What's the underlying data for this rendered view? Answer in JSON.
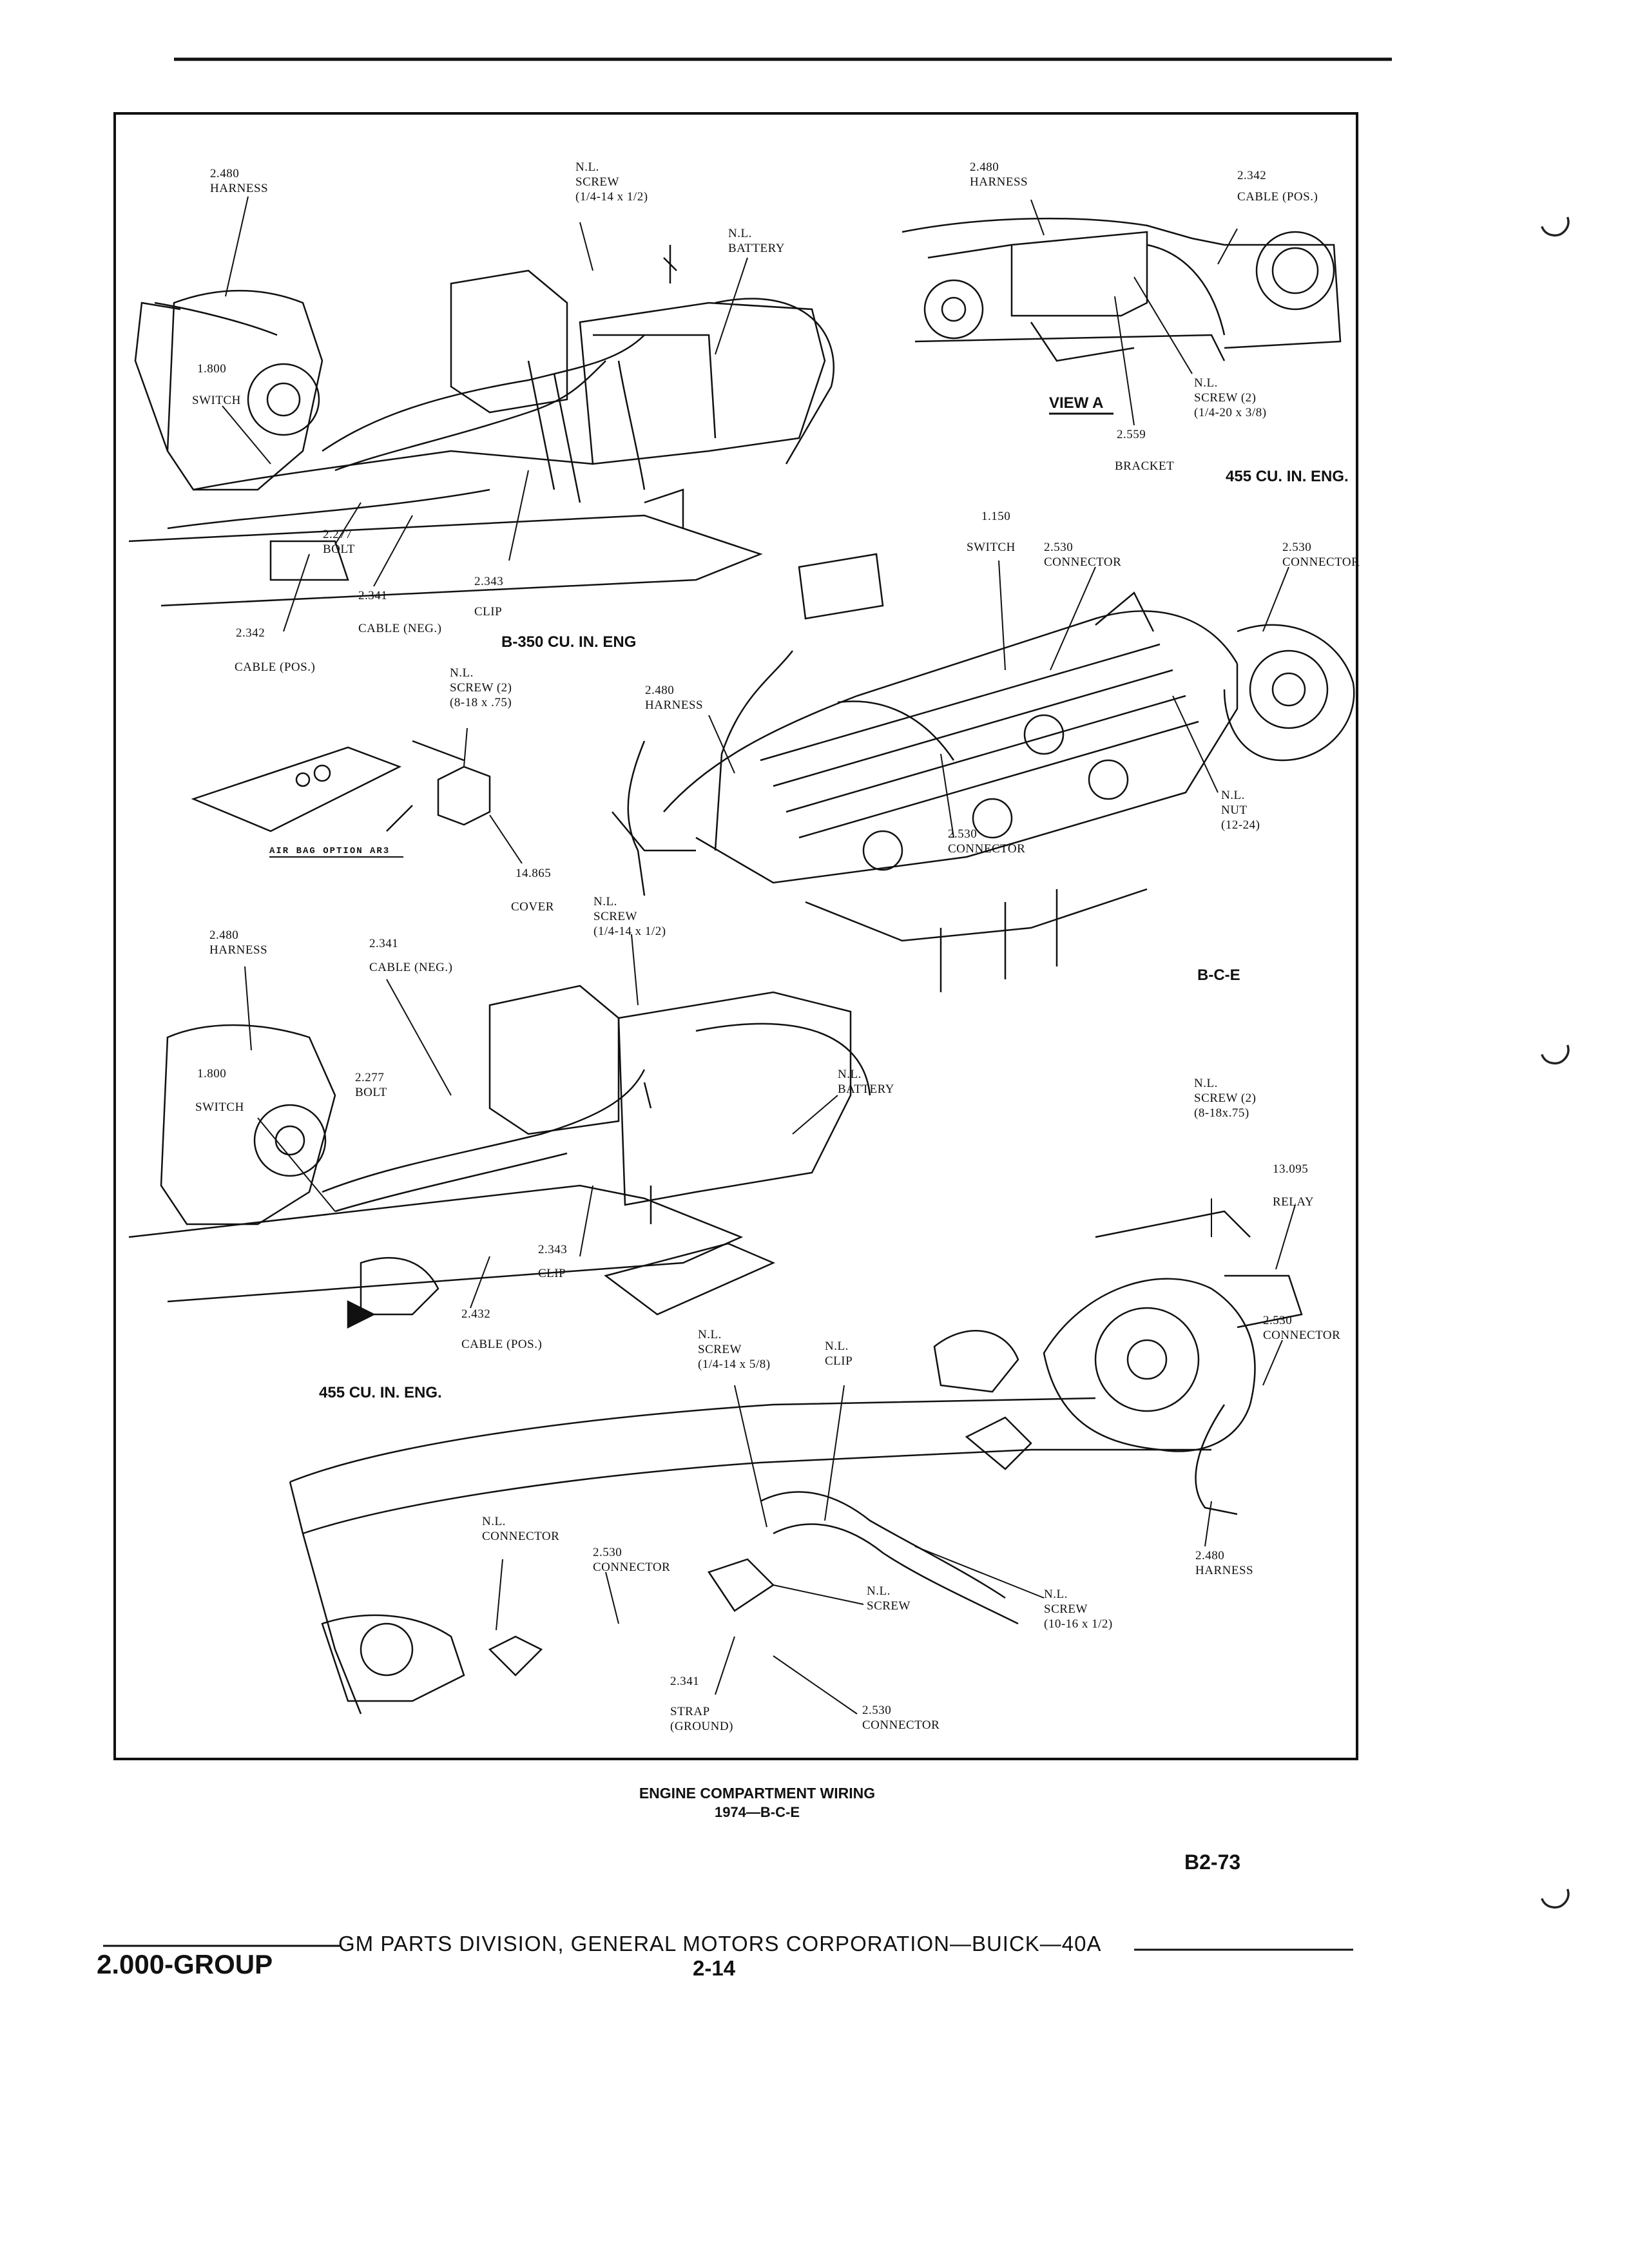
{
  "diagram": {
    "caption": {
      "title": "ENGINE COMPARTMENT WIRING",
      "subtitle": "1974—B-C-E"
    },
    "page_code": "B2-73",
    "sections": {
      "b350": "B-350 CU. IN. ENG",
      "view_a_455": "455 CU. IN. ENG.",
      "bce": "B-C-E",
      "lower_455": "455 CU. IN. ENG.",
      "view_a": "VIEW A"
    },
    "callouts": {
      "tl_harness": [
        "2.480",
        "HARNESS"
      ],
      "tl_screw": [
        "N.L.",
        "SCREW",
        "(1/4-14 x 1/2)"
      ],
      "tl_battery": [
        "N.L.",
        "BATTERY"
      ],
      "tl_switch_num": "1.800",
      "tl_switch": "SWITCH",
      "tl_bolt": [
        "2.277",
        "BOLT"
      ],
      "tl_cable_neg_num": "2.341",
      "tl_cable_neg": "CABLE (NEG.)",
      "tl_clip": [
        "2.343",
        "CLIP"
      ],
      "tl_cable_pos_num": "2.342",
      "tl_cable_pos": "CABLE (POS.)",
      "va_harness": [
        "2.480",
        "HARNESS"
      ],
      "va_cable": [
        "2.342",
        "CABLE (POS.)"
      ],
      "va_screw": [
        "N.L.",
        "SCREW (2)",
        "(1/4-20 x 3/8)"
      ],
      "va_bracket": [
        "2.559",
        "BRACKET"
      ],
      "airbag_screw": [
        "N.L.",
        "SCREW (2)",
        "(8-18 x .75)"
      ],
      "airbag_option": "AIR BAG OPTION AR3",
      "airbag_cover": [
        "14.865",
        "COVER"
      ],
      "eng_switch": [
        "1.150",
        "SWITCH"
      ],
      "eng_connector1": [
        "2.530",
        "CONNECTOR"
      ],
      "eng_connector2": [
        "2.530",
        "CONNECTOR"
      ],
      "eng_harness": [
        "2.480",
        "HARNESS"
      ],
      "eng_connector3": [
        "2.530",
        "CONNECTOR"
      ],
      "eng_nut": [
        "N.L.",
        "NUT",
        "(12-24)"
      ],
      "ml_harness": [
        "2.480",
        "HARNESS"
      ],
      "ml_cable_neg": [
        "2.341",
        "CABLE (NEG.)"
      ],
      "ml_screw": [
        "N.L.",
        "SCREW",
        "(1/4-14 x 1/2)"
      ],
      "ml_switch_num": "1.800",
      "ml_switch": "SWITCH",
      "ml_bolt": [
        "2.277",
        "BOLT"
      ],
      "ml_battery": [
        "N.L.",
        "BATTERY"
      ],
      "ml_clip": [
        "2.343",
        "CLIP"
      ],
      "ml_cable_pos": [
        "2.432",
        "CABLE (POS.)"
      ],
      "br_screw": [
        "N.L.",
        "SCREW (2)",
        "(8-18x.75)"
      ],
      "br_relay": [
        "13.095",
        "RELAY"
      ],
      "br_connector": [
        "2.530",
        "CONNECTOR"
      ],
      "br_harness": [
        "2.480",
        "HARNESS"
      ],
      "bot_screw": [
        "N.L.",
        "SCREW",
        "(1/4-14 x 5/8)"
      ],
      "bot_clip": [
        "N.L.",
        "CLIP"
      ],
      "bot_nl_connector": [
        "N.L.",
        "CONNECTOR"
      ],
      "bot_connector": [
        "2.530",
        "CONNECTOR"
      ],
      "bot_nl_screw": [
        "N.L.",
        "SCREW"
      ],
      "bot_nl_screw2": [
        "N.L.",
        "SCREW",
        "(10-16 x 1/2)"
      ],
      "bot_strap": [
        "2.341",
        "STRAP",
        "(GROUND)"
      ],
      "bot_connector2": [
        "2.530",
        "CONNECTOR"
      ]
    }
  },
  "footer": {
    "group": "2.000-GROUP",
    "publisher": "GM PARTS DIVISION, GENERAL MOTORS CORPORATION—BUICK—40A",
    "page": "2-14"
  }
}
